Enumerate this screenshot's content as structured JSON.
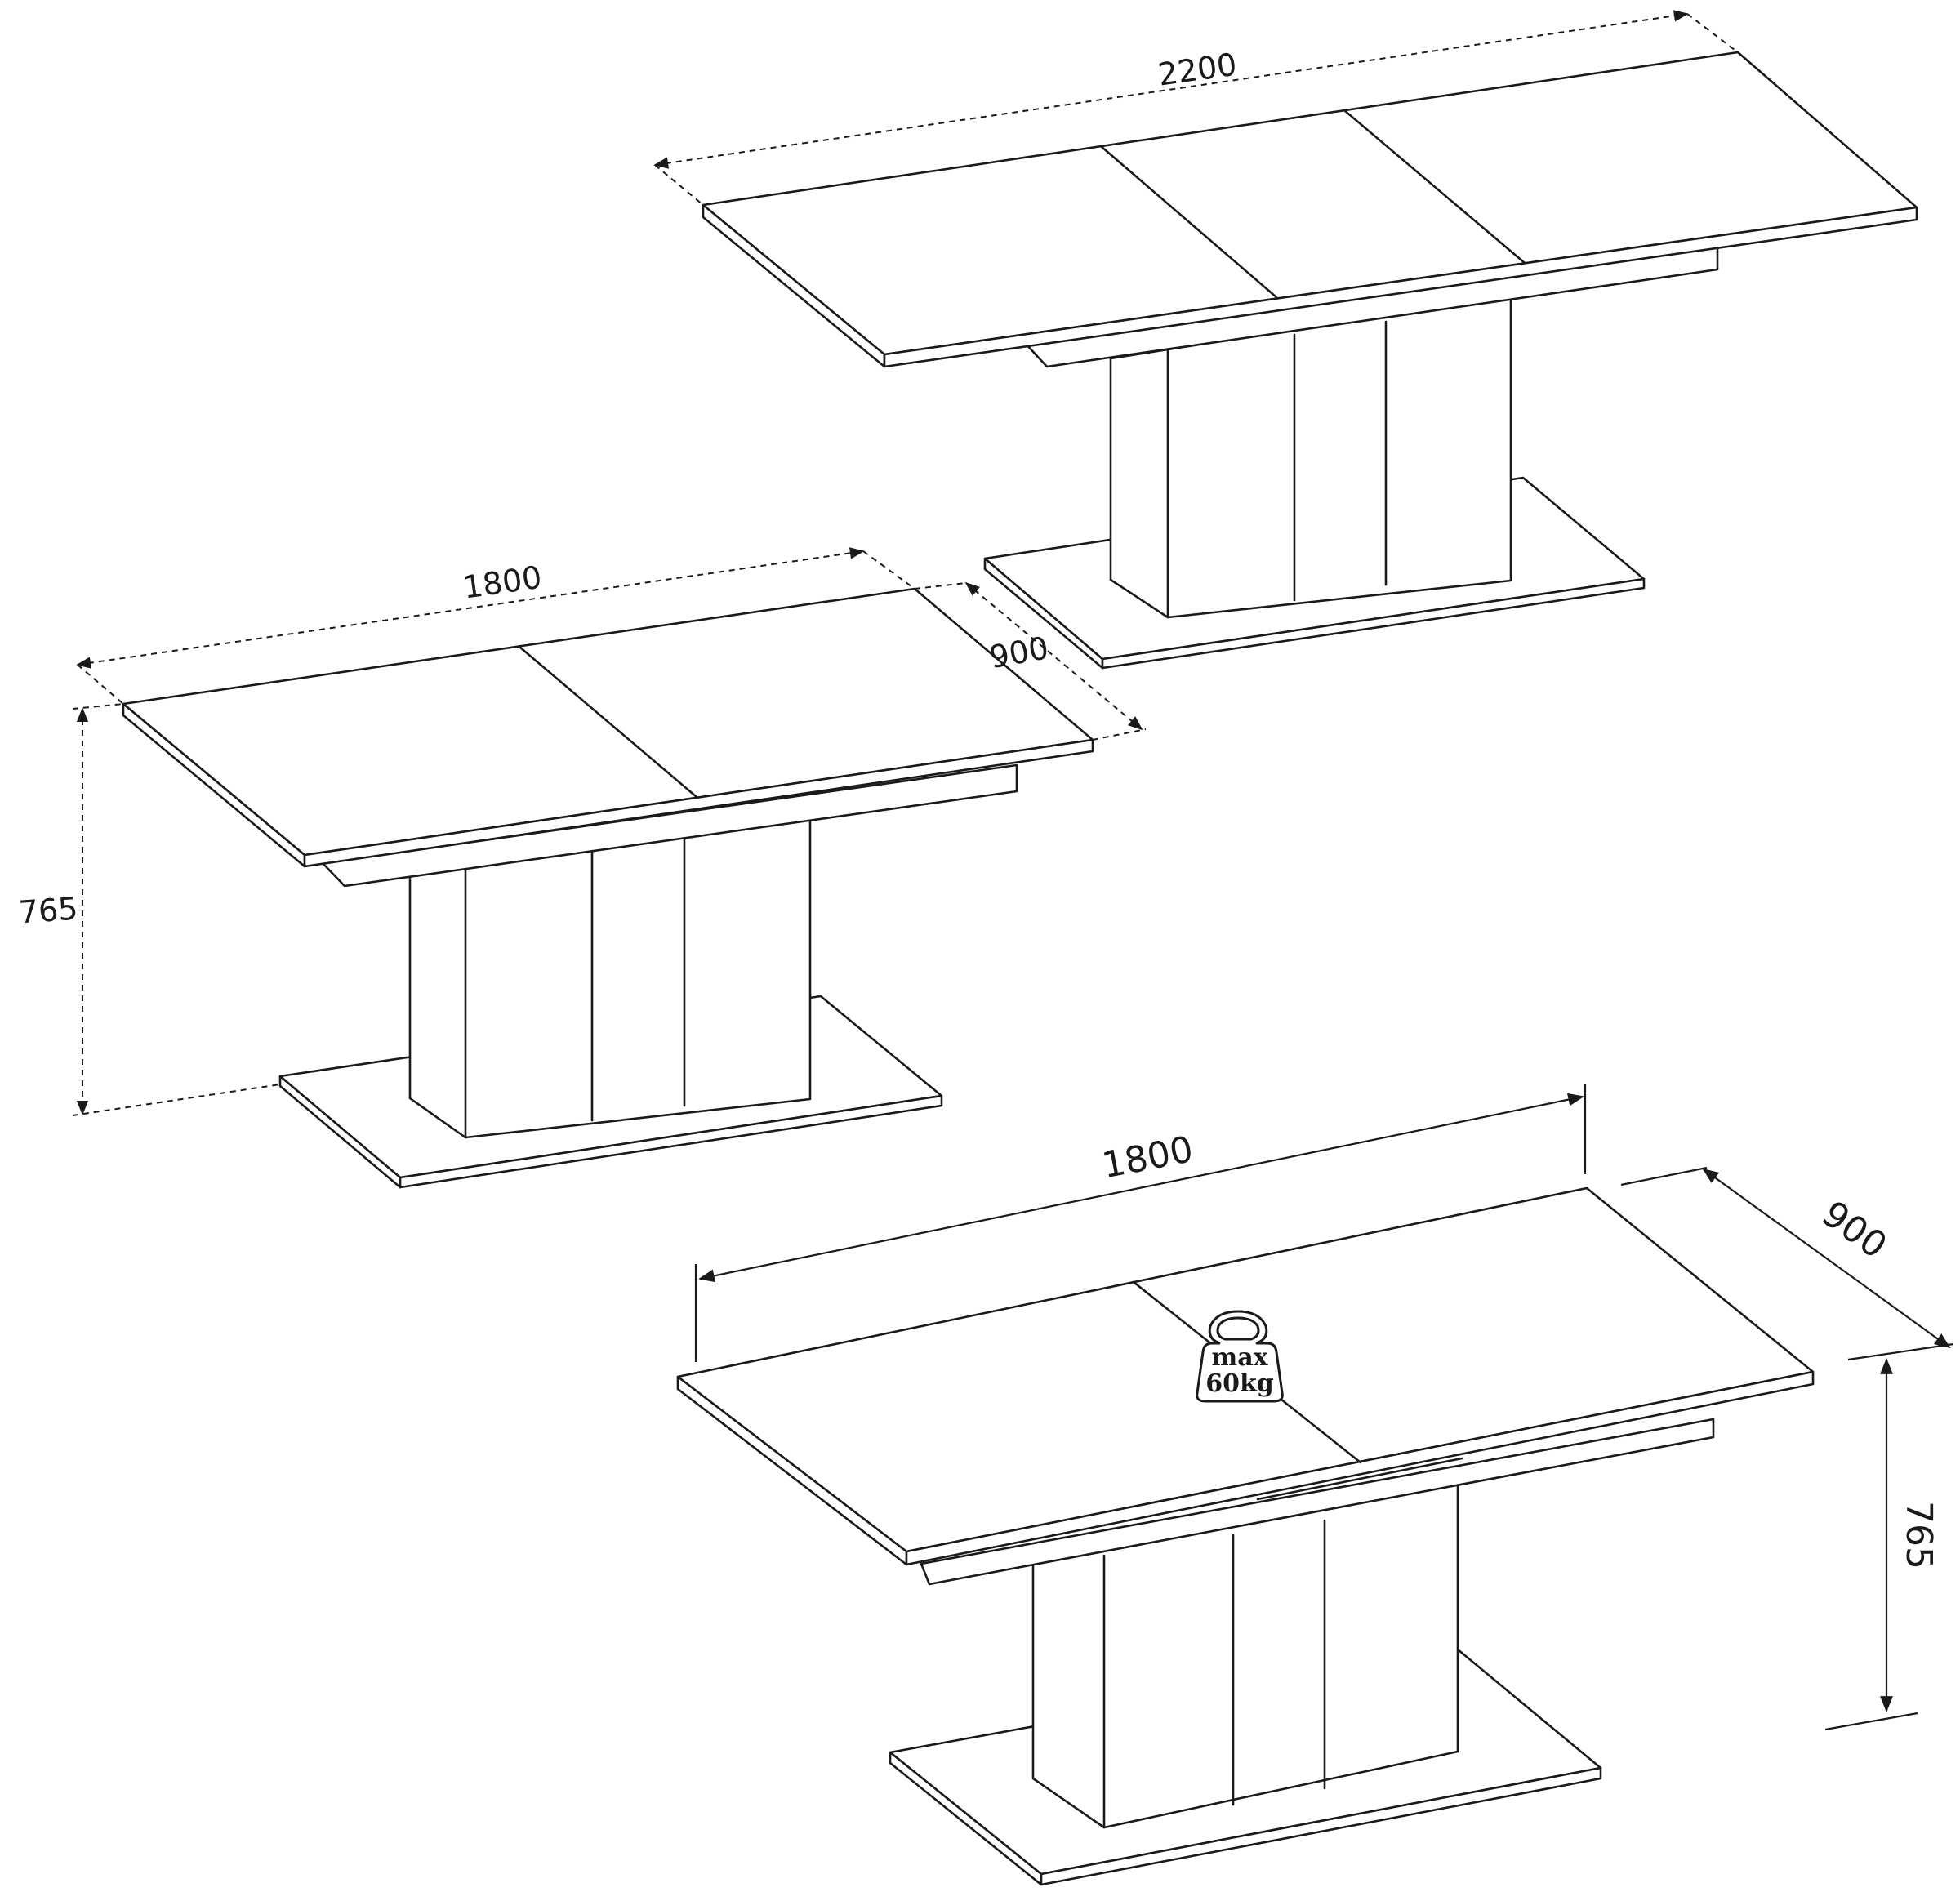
{
  "views": {
    "extended": {
      "length": "2200"
    },
    "standard": {
      "length": "1800",
      "depth": "900",
      "height": "765"
    },
    "perspective": {
      "length": "1800",
      "depth": "900",
      "height": "765",
      "load_badge": {
        "line1": "max",
        "line2": "60kg"
      }
    }
  }
}
